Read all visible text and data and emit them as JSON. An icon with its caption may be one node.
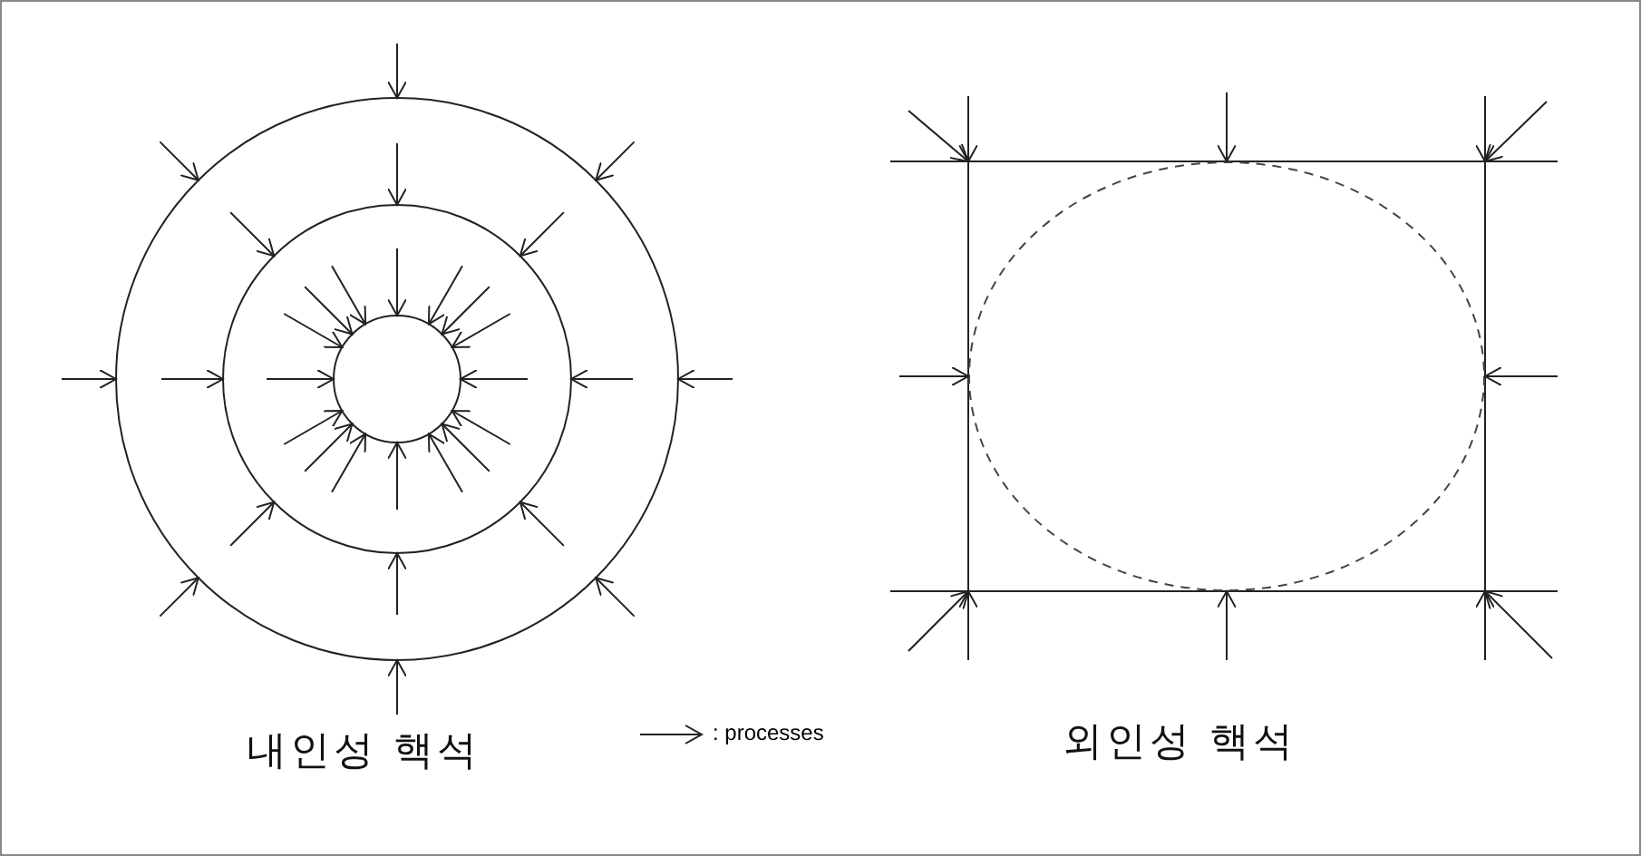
{
  "diagram": {
    "labels": [
      "내인성 핵석",
      "외인성 핵석"
    ],
    "legend": [
      {
        "text": ": processes"
      }
    ]
  }
}
